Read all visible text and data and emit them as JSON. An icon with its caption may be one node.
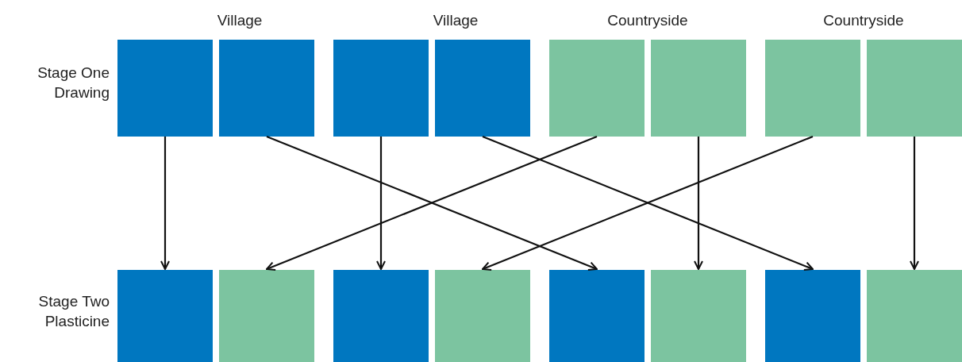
{
  "diagram": {
    "nodes": [
      {
        "text": [],
        "shape": "box"
      },
      {
        "text": [],
        "shape": "box"
      },
      {
        "text": [],
        "shape": "box"
      },
      {
        "text": [],
        "shape": "box"
      },
      {
        "text": [],
        "shape": "box"
      },
      {
        "text": [],
        "shape": "box"
      },
      {
        "text": [],
        "shape": "box"
      },
      {
        "text": [],
        "shape": "box"
      },
      {
        "text": [],
        "shape": "box"
      },
      {
        "text": [],
        "shape": "box"
      },
      {
        "text": [],
        "shape": "box"
      },
      {
        "text": [],
        "shape": "box"
      },
      {
        "text": [],
        "shape": "box"
      },
      {
        "text": [],
        "shape": "box"
      },
      {
        "text": [],
        "shape": "box"
      },
      {
        "text": [],
        "shape": "box"
      }
    ],
    "edges": [
      {
        "from": 0,
        "to": 8,
        "arrow": "to"
      },
      {
        "from": 1,
        "to": 12,
        "arrow": "to"
      },
      {
        "from": 2,
        "to": 10,
        "arrow": "to"
      },
      {
        "from": 3,
        "to": 14,
        "arrow": "to"
      },
      {
        "from": 4,
        "to": 9,
        "arrow": "to"
      },
      {
        "from": 5,
        "to": 13,
        "arrow": "to"
      },
      {
        "from": 6,
        "to": 11,
        "arrow": "to"
      },
      {
        "from": 7,
        "to": 15,
        "arrow": "to"
      }
    ],
    "labels": [
      "Village",
      "Village",
      "Countryside",
      "Countryside",
      "Stage One Drawing",
      "Stage Two Plasticine"
    ]
  }
}
